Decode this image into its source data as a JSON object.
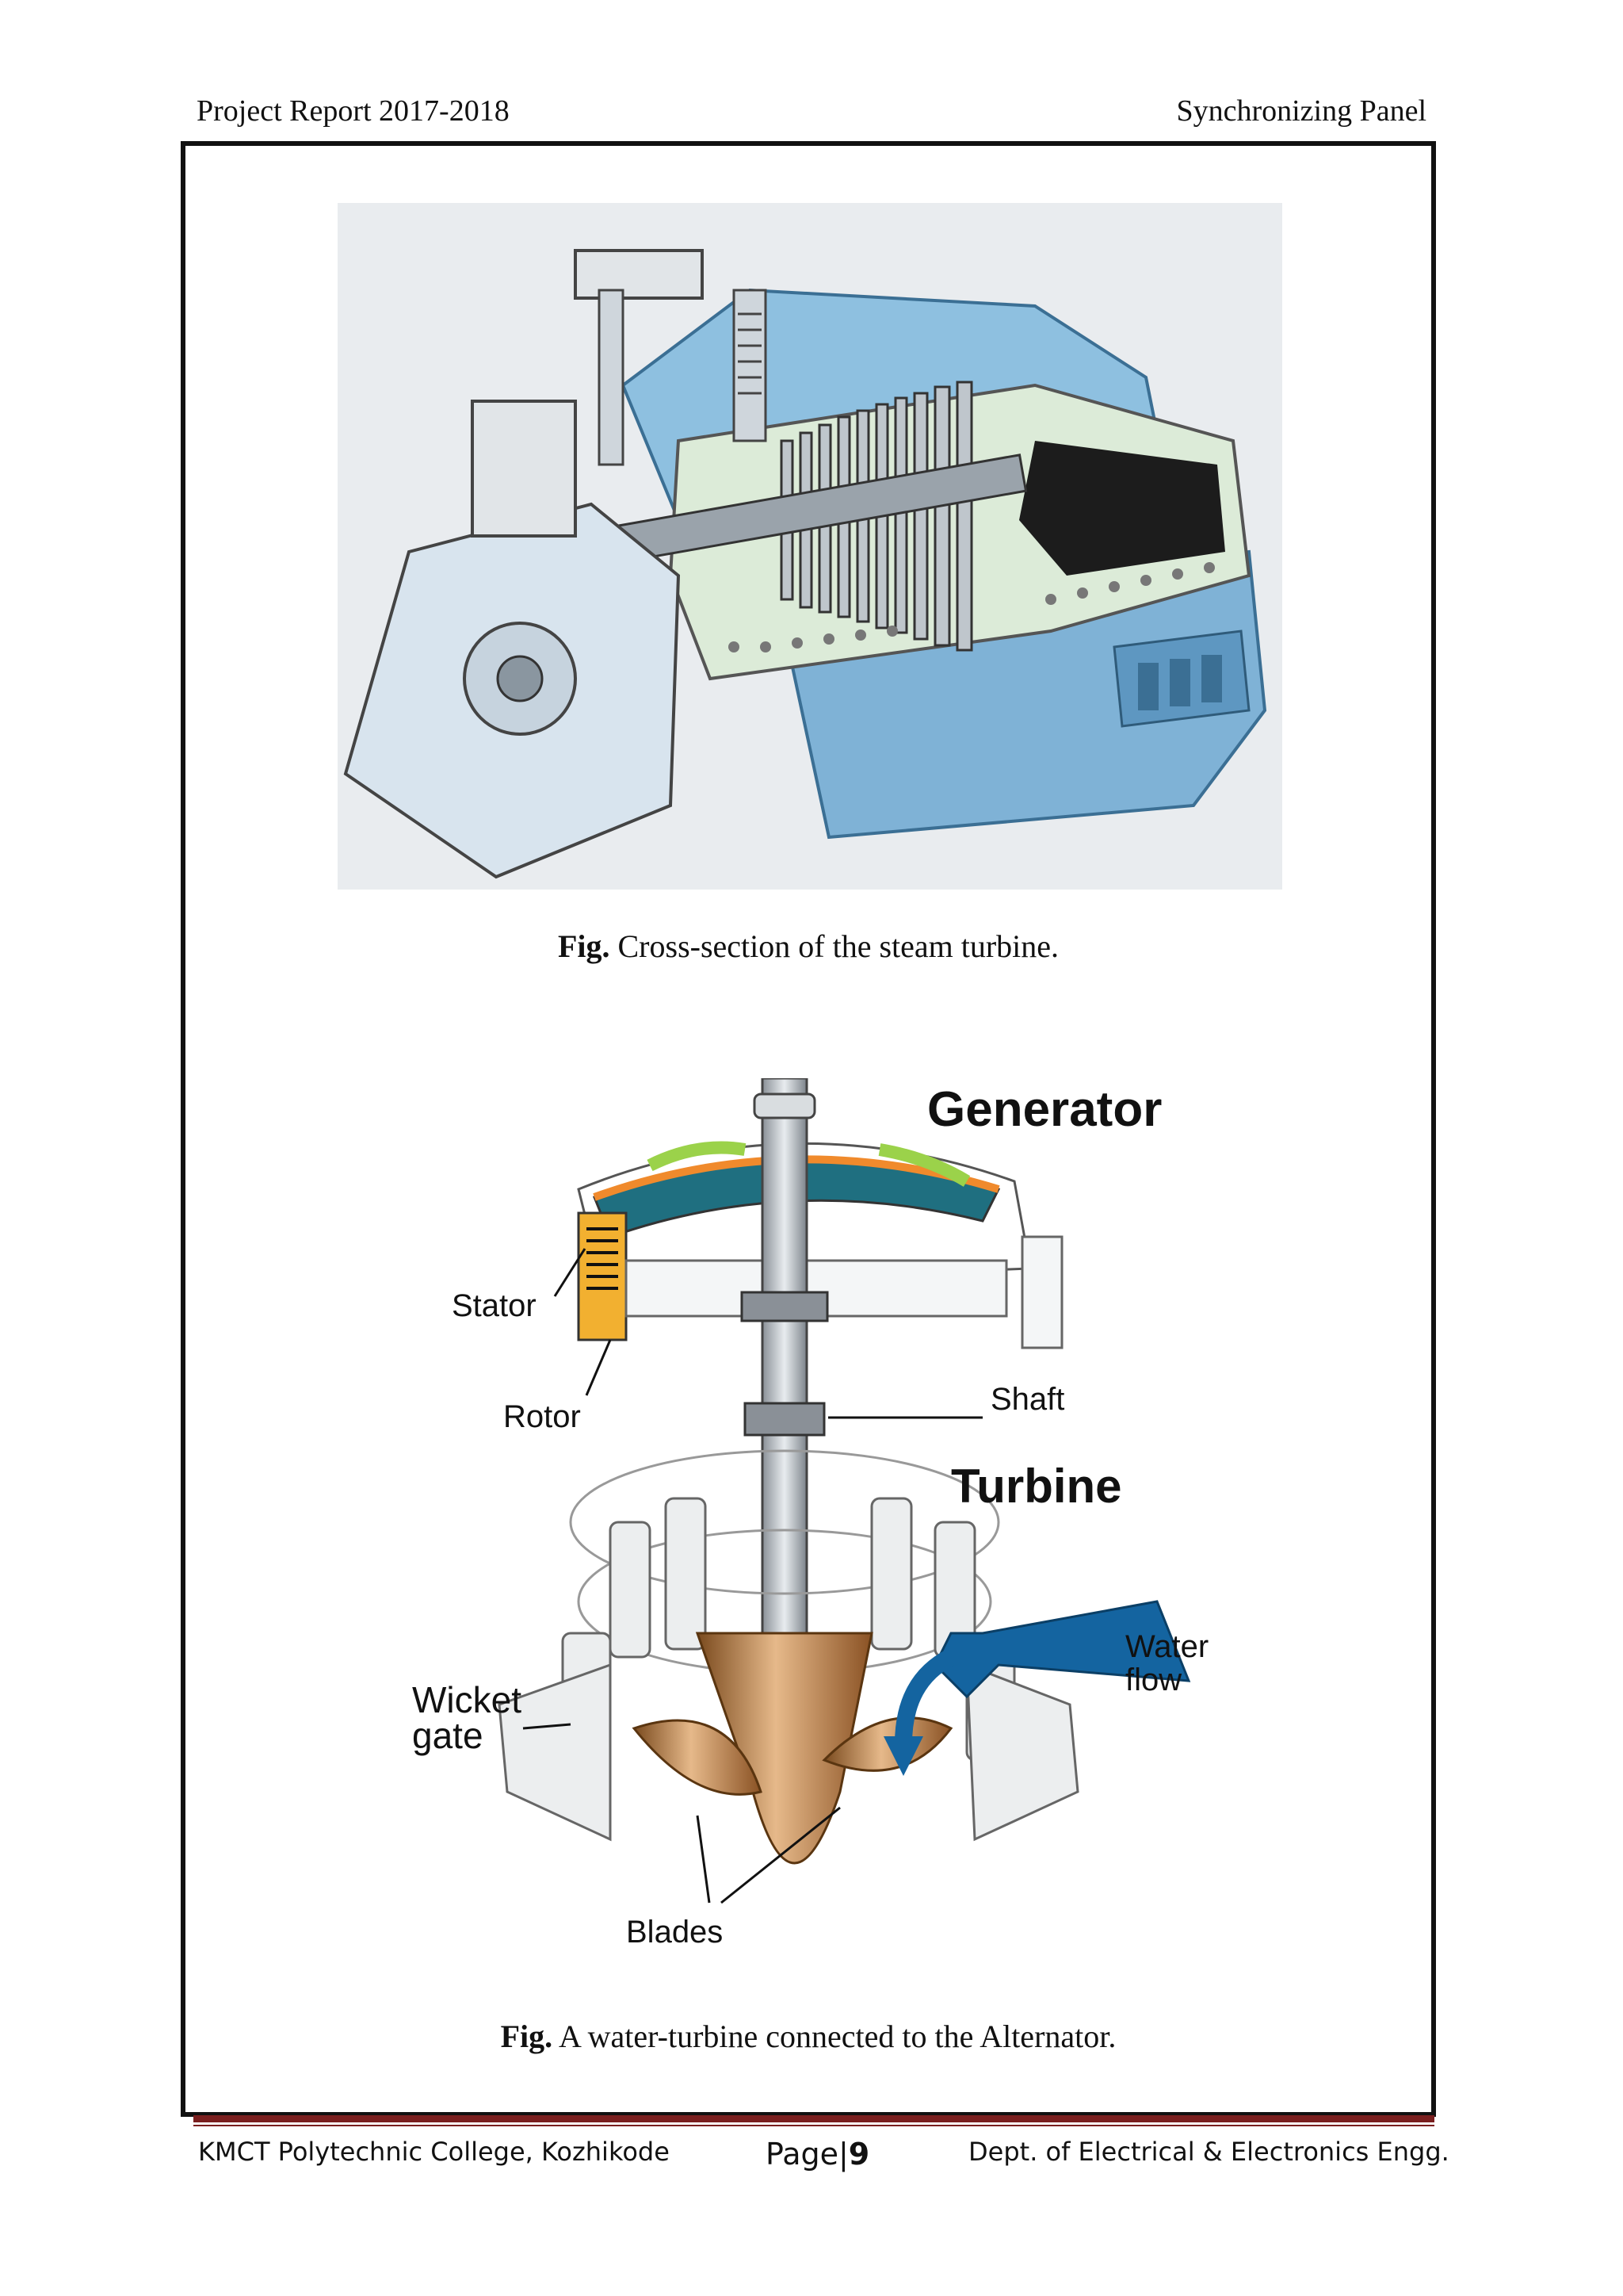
{
  "header": {
    "left": "Project Report 2017-2018",
    "right": "Synchronizing Panel"
  },
  "figure1": {
    "caption_bold": "Fig.",
    "caption_text": " Cross-section of the steam turbine."
  },
  "figure2": {
    "labels": {
      "generator": "Generator",
      "stator": "Stator",
      "rotor": "Rotor",
      "shaft": "Shaft",
      "turbine": "Turbine",
      "water_flow_1": "Water",
      "water_flow_2": "flow",
      "wicket_gate_1": "Wicket",
      "wicket_gate_2": "gate",
      "blades": "Blades"
    },
    "caption_bold": "Fig.",
    "caption_text": " A water-turbine connected to the Alternator."
  },
  "footer": {
    "left": "KMCT Polytechnic College, Kozhikode",
    "page_prefix": "Page|",
    "page_number": "9",
    "right": "Dept. of Electrical & Electronics Engg."
  },
  "colors": {
    "frame": "#111111",
    "footer_rule": "#7a1f1f",
    "turbine_blue": "#7fb2d6",
    "water_flow_blue": "#1464a0",
    "blade_bronze": "#b87a3e"
  }
}
